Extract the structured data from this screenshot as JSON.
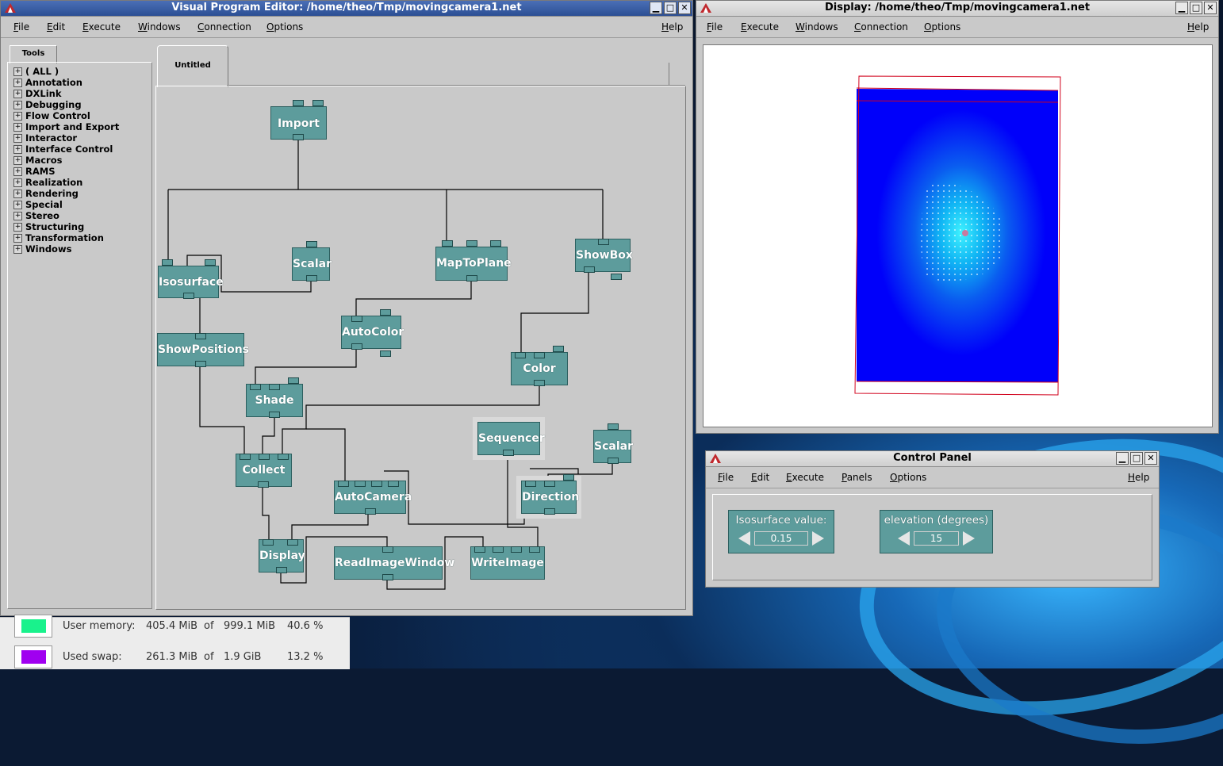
{
  "colors": {
    "module": "#5d9c9c",
    "wire": "#000000",
    "user_memory": "#19f28c",
    "used_swap": "#a000f0"
  },
  "vpe": {
    "title": "Visual Program Editor: /home/theo/Tmp/movingcamera1.net",
    "menu": [
      "File",
      "Edit",
      "Execute",
      "Windows",
      "Connection",
      "Options"
    ],
    "help": "Help",
    "tools_tab": "Tools",
    "tool_categories": [
      "( ALL )",
      "Annotation",
      "DXLink",
      "Debugging",
      "Flow Control",
      "Import and Export",
      "Interactor",
      "Interface Control",
      "Macros",
      "RAMS",
      "Realization",
      "Rendering",
      "Special",
      "Stereo",
      "Structuring",
      "Transformation",
      "Windows"
    ],
    "canvas_tab": "Untitled",
    "modules": {
      "import": "Import",
      "isosurface": "Isosurface",
      "scalar1": "Scalar",
      "maptoplane": "MapToPlane",
      "showbox": "ShowBox",
      "autocolor": "AutoColor",
      "showpositions": "ShowPositions",
      "color": "Color",
      "shade": "Shade",
      "sequencer": "Sequencer",
      "scalar2": "Scalar",
      "collect": "Collect",
      "autocamera": "AutoCamera",
      "direction": "Direction",
      "display": "Display",
      "readimagewindow": "ReadImageWindow",
      "writeimage": "WriteImage"
    }
  },
  "display": {
    "title": "Display: /home/theo/Tmp/movingcamera1.net",
    "menu": [
      "File",
      "Execute",
      "Windows",
      "Connection",
      "Options"
    ],
    "help": "Help"
  },
  "control_panel": {
    "title": "Control Panel",
    "menu": [
      "File",
      "Edit",
      "Execute",
      "Panels",
      "Options"
    ],
    "help": "Help",
    "interactors": [
      {
        "label": "Isosurface value:",
        "value": "0.15"
      },
      {
        "label": "elevation (degrees)",
        "value": "15"
      }
    ]
  },
  "memory": {
    "user": {
      "label": "User memory:",
      "used": "405.4 MiB",
      "of": "of",
      "total": "999.1 MiB",
      "percent": "40.6 %"
    },
    "swap": {
      "label": "Used swap:",
      "used": "261.3 MiB",
      "of": "of",
      "total": "1.9 GiB",
      "percent": "13.2 %"
    }
  }
}
